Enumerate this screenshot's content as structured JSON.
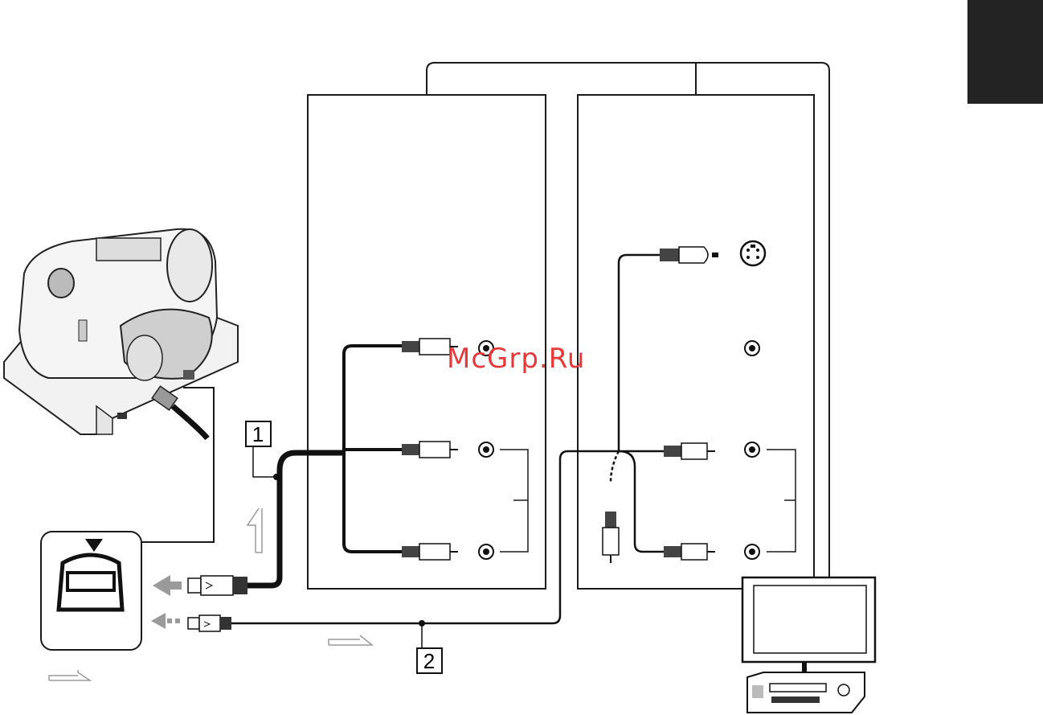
{
  "watermark": {
    "text": "McGrp.Ru",
    "color": "#e63a3a"
  },
  "callouts": [
    {
      "label": "1"
    },
    {
      "label": "2"
    }
  ],
  "colors": {
    "line": "#1a1a1a",
    "arrow_fill": "#9a9a9a",
    "badge": "#232323",
    "cable": "#111111"
  },
  "icons": [
    "camcorder-with-dock",
    "av-jack",
    "s-video-jack",
    "rca-plug",
    "s-video-plug",
    "a-v-remote-connector",
    "tv-set",
    "vcr-recorder",
    "signal-flow-arrow"
  ]
}
